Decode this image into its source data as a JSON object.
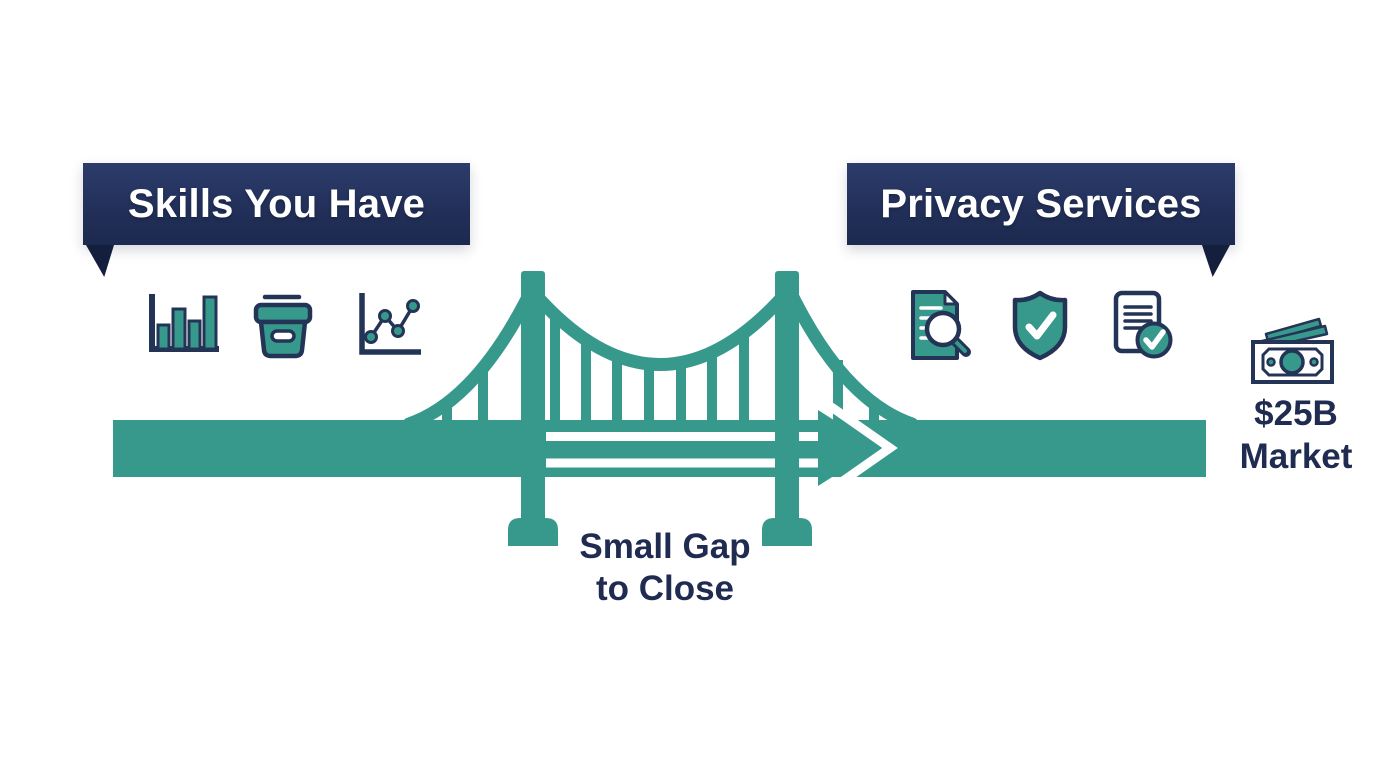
{
  "banners": {
    "skills": {
      "label": "Skills You Have"
    },
    "privacy": {
      "label": "Privacy Services"
    }
  },
  "gap": {
    "line1": "Small Gap",
    "line2": "to Close"
  },
  "market": {
    "value": "$25B",
    "label": "Market"
  },
  "icons": {
    "skills": [
      "bar-chart-icon",
      "storage-box-icon",
      "trend-line-icon"
    ],
    "privacy": [
      "document-search-icon",
      "shield-check-icon",
      "document-approved-icon"
    ],
    "market": [
      "money-icon"
    ]
  },
  "colors": {
    "teal": "#37998B",
    "navy_banner": "#22305A",
    "navy_icon": "#243457",
    "navy_text": "#1F2B50"
  }
}
